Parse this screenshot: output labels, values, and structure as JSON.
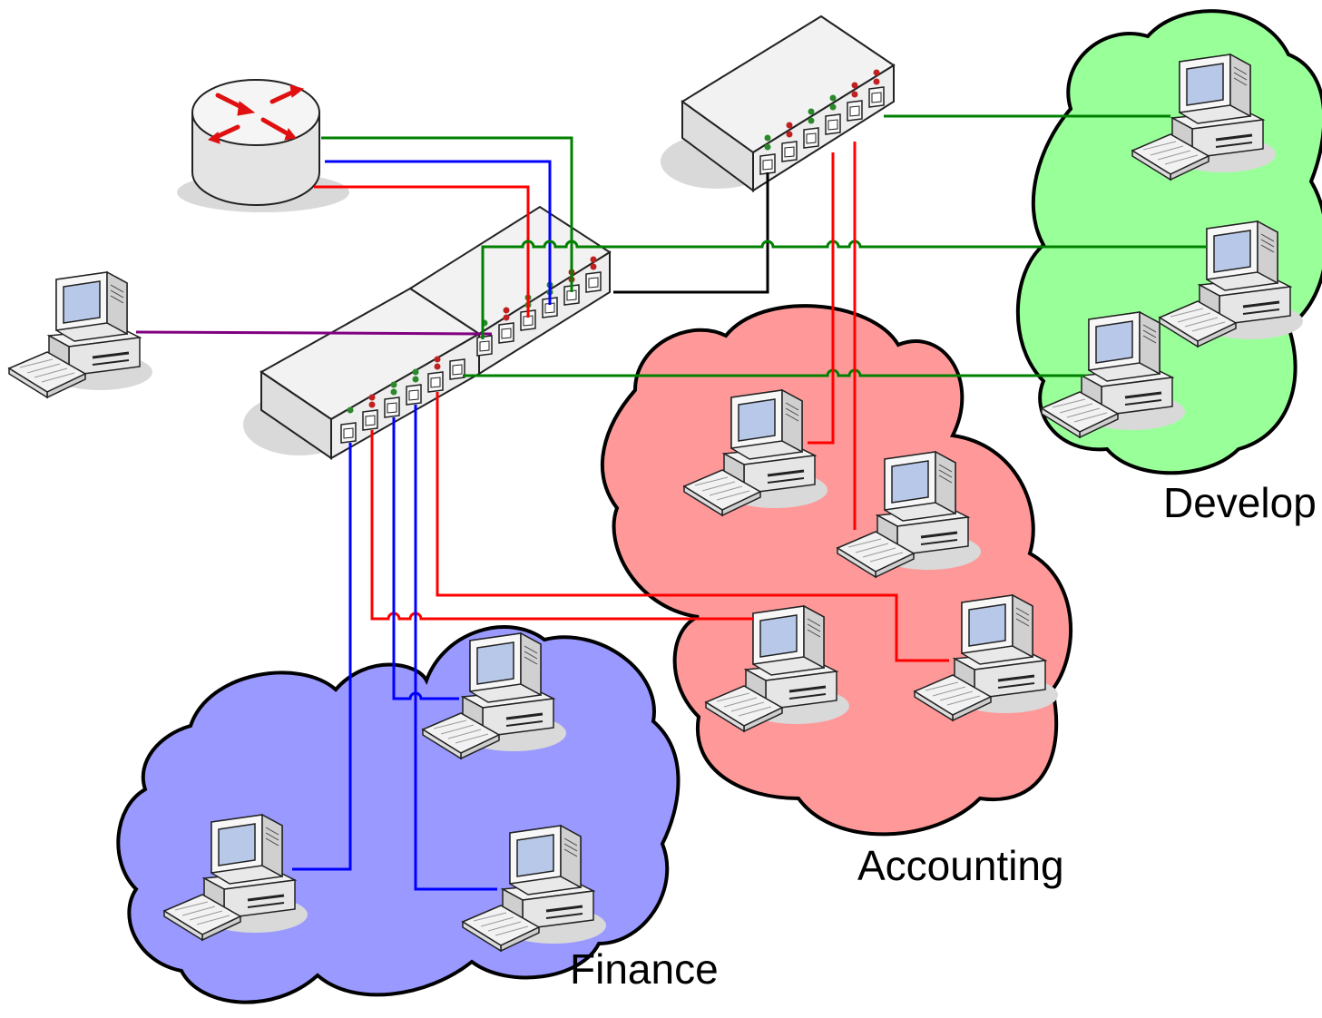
{
  "groups": {
    "develop": {
      "label": "Develop",
      "fill": "#99ff99"
    },
    "accounting": {
      "label": "Accounting",
      "fill": "#ff9999"
    },
    "finance": {
      "label": "Finance",
      "fill": "#9999ff"
    }
  },
  "devices": {
    "router": {
      "icon": "router-icon"
    },
    "core_switch": {
      "icon": "stacked-switch-icon"
    },
    "upper_switch": {
      "icon": "switch-icon"
    },
    "workstation": {
      "icon": "desktop-computer-icon"
    }
  },
  "link_colors": {
    "develop": "#008000",
    "accounting": "#ff0000",
    "finance": "#0000ff",
    "trunk": "#000000",
    "admin": "#800080"
  }
}
